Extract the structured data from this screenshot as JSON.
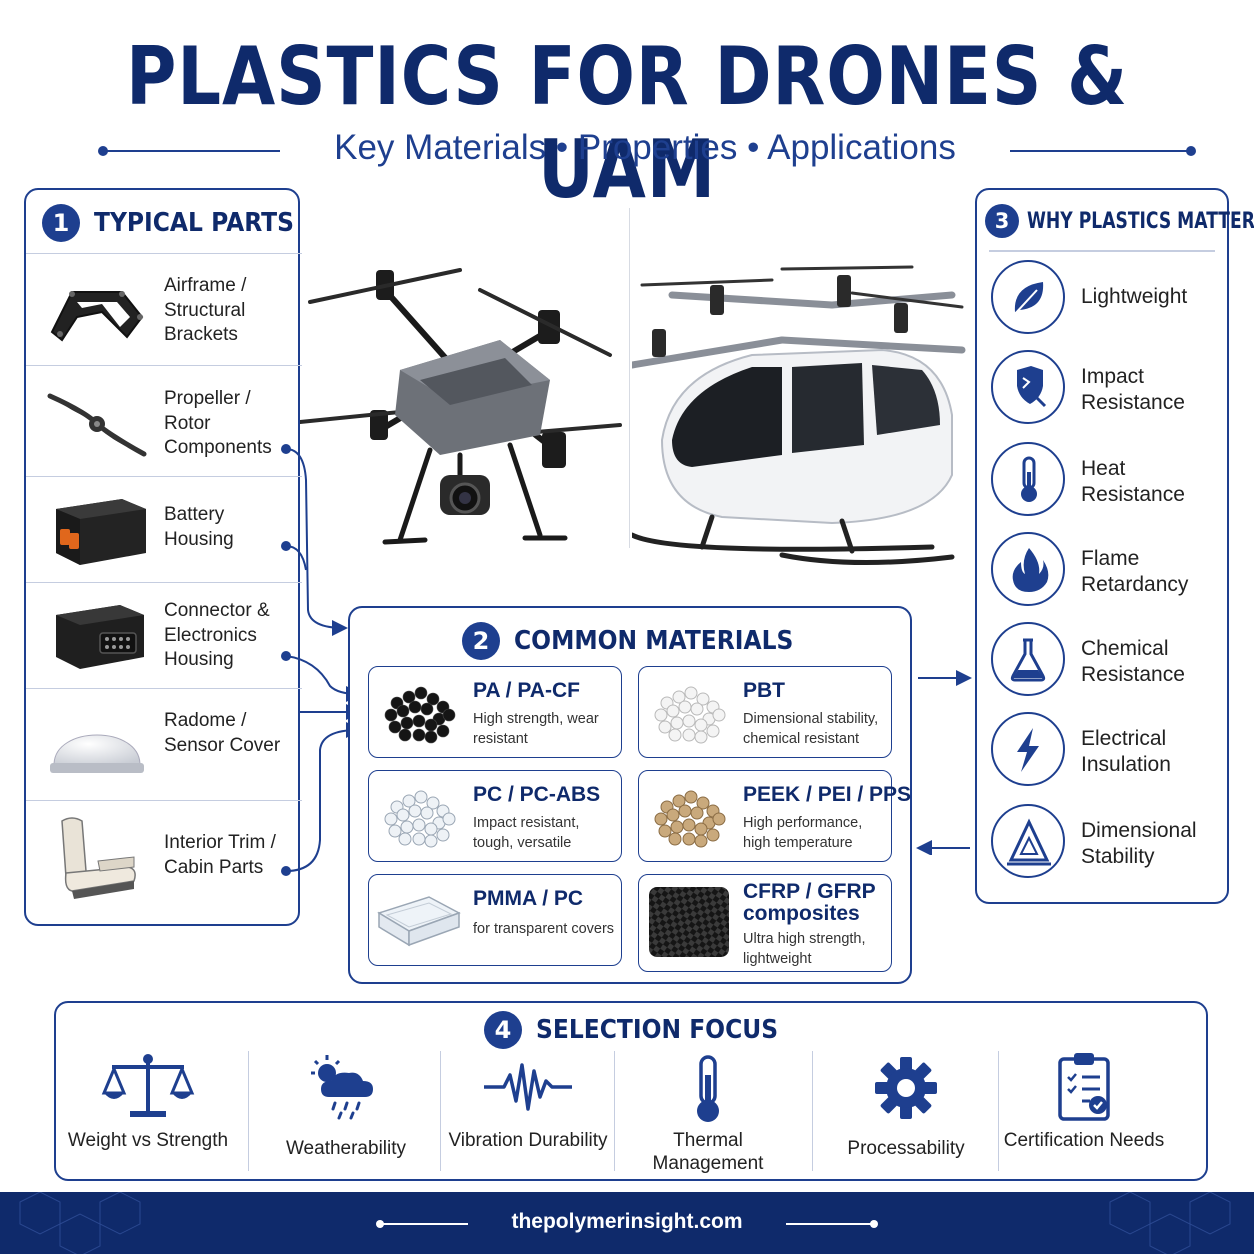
{
  "header": {
    "title": "PLASTICS FOR DRONES & UAM",
    "subtitle": "Key Materials • Properties • Applications"
  },
  "typical_parts": {
    "number": "1",
    "title": "TYPICAL PARTS",
    "items": [
      {
        "label": "Airframe / Structural Brackets",
        "icon": "airframe-bracket-icon"
      },
      {
        "label": "Propeller / Rotor Components",
        "icon": "propeller-icon"
      },
      {
        "label": "Battery Housing",
        "icon": "battery-housing-icon"
      },
      {
        "label": "Connector & Electronics Housing",
        "icon": "connector-housing-icon"
      },
      {
        "label": "Radome / Sensor Cover",
        "icon": "radome-icon"
      },
      {
        "label": "Interior Trim / Cabin Parts",
        "icon": "cabin-seat-icon"
      }
    ]
  },
  "images": {
    "drone": "quadcopter-drone-image",
    "uam": "evtol-air-taxi-image"
  },
  "common_materials": {
    "number": "2",
    "title": "COMMON MATERIALS",
    "items": [
      {
        "name": "PA / PA-CF",
        "desc": "High strength, wear resistant",
        "swatch": "black-pellets"
      },
      {
        "name": "PBT",
        "desc": "Dimensional stability, chemical resistant",
        "swatch": "white-pellets"
      },
      {
        "name": "PC / PC-ABS",
        "desc": "Impact resistant, tough, versatile",
        "swatch": "clear-pellets"
      },
      {
        "name": "PEEK / PEI / PPS",
        "desc": "High performance, high temperature",
        "swatch": "tan-pellets"
      },
      {
        "name": "PMMA / PC",
        "desc": "for transparent covers",
        "swatch": "transparent-sheet"
      },
      {
        "name": "CFRP / GFRP composites",
        "desc": "Ultra high strength, lightweight",
        "swatch": "carbon-weave"
      }
    ]
  },
  "why_plastics": {
    "number": "3",
    "title": "WHY PLASTICS MATTER",
    "items": [
      {
        "label": "Lightweight",
        "icon": "leaf-icon"
      },
      {
        "label": "Impact Resistance",
        "icon": "shield-icon"
      },
      {
        "label": "Heat Resistance",
        "icon": "thermometer-icon"
      },
      {
        "label": "Flame Retardancy",
        "icon": "flame-icon"
      },
      {
        "label": "Chemical Resistance",
        "icon": "flask-icon"
      },
      {
        "label": "Electrical Insulation",
        "icon": "lightning-icon"
      },
      {
        "label": "Dimensional Stability",
        "icon": "set-square-icon"
      }
    ]
  },
  "selection_focus": {
    "number": "4",
    "title": "SELECTION FOCUS",
    "items": [
      {
        "label": "Weight vs Strength",
        "icon": "balance-scale-icon"
      },
      {
        "label": "Weatherability",
        "icon": "weather-icon"
      },
      {
        "label": "Vibration Durability",
        "icon": "vibration-wave-icon"
      },
      {
        "label": "Thermal Management",
        "icon": "thermometer-icon"
      },
      {
        "label": "Processability",
        "icon": "gear-icon"
      },
      {
        "label": "Certification Needs",
        "icon": "clipboard-check-icon"
      }
    ]
  },
  "footer": {
    "website": "thepolymerinsight.com"
  },
  "colors": {
    "navy": "#0f2a6b",
    "accent": "#1e3f8f"
  }
}
